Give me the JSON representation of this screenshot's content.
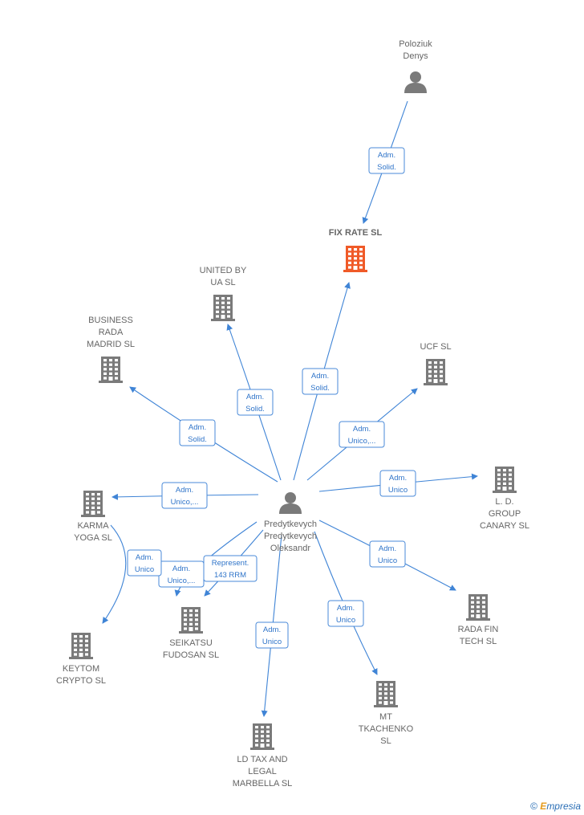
{
  "colors": {
    "edge": "#3f84d6",
    "node": "#7a7a7a",
    "highlight": "#f05a28"
  },
  "nodes": [
    {
      "id": "poloziuk",
      "type": "person",
      "label": [
        "Poloziuk",
        "Denys"
      ]
    },
    {
      "id": "fixrate",
      "type": "company",
      "highlight": true,
      "label": [
        "FIX RATE  SL"
      ]
    },
    {
      "id": "unitedby",
      "type": "company",
      "label": [
        "UNITED BY",
        "UA  SL"
      ]
    },
    {
      "id": "business",
      "type": "company",
      "label": [
        "BUSINESS",
        "RADA",
        "MADRID  SL"
      ]
    },
    {
      "id": "ucf",
      "type": "company",
      "label": [
        "UCF  SL"
      ]
    },
    {
      "id": "ldgroup",
      "type": "company",
      "label": [
        "L. D.",
        "GROUP",
        "CANARY  SL"
      ]
    },
    {
      "id": "karma",
      "type": "company",
      "label": [
        "KARMA",
        "YOGA  SL"
      ]
    },
    {
      "id": "center",
      "type": "person",
      "label": [
        "Predytkevych",
        "Predytkevych",
        "Oleksandr"
      ]
    },
    {
      "id": "seikatsu",
      "type": "company",
      "label": [
        "SEIKATSU",
        "FUDOSAN SL"
      ]
    },
    {
      "id": "keytom",
      "type": "company",
      "label": [
        "KEYTOM",
        "CRYPTO  SL"
      ]
    },
    {
      "id": "radafin",
      "type": "company",
      "label": [
        "RADA FIN",
        "TECH  SL"
      ]
    },
    {
      "id": "mt",
      "type": "company",
      "label": [
        "MT",
        "TKACHENKO",
        "SL"
      ]
    },
    {
      "id": "ldtax",
      "type": "company",
      "label": [
        "LD TAX AND",
        "LEGAL",
        "MARBELLA  SL"
      ]
    }
  ],
  "edges": [
    {
      "from": "poloziuk",
      "to": "fixrate",
      "label": [
        "Adm.",
        "Solid."
      ]
    },
    {
      "from": "center",
      "to": "fixrate",
      "label": [
        "Adm.",
        "Solid."
      ]
    },
    {
      "from": "center",
      "to": "unitedby",
      "label": [
        "Adm.",
        "Solid."
      ]
    },
    {
      "from": "center",
      "to": "business",
      "label": [
        "Adm.",
        "Solid."
      ]
    },
    {
      "from": "center",
      "to": "ucf",
      "label": [
        "Adm.",
        "Unico,..."
      ]
    },
    {
      "from": "center",
      "to": "ldgroup",
      "label": [
        "Adm.",
        "Unico"
      ]
    },
    {
      "from": "center",
      "to": "karma",
      "label": [
        "Adm.",
        "Unico,..."
      ]
    },
    {
      "from": "center",
      "to": "radafin",
      "label": [
        "Adm.",
        "Unico"
      ]
    },
    {
      "from": "center",
      "to": "mt",
      "label": [
        "Adm.",
        "Unico"
      ]
    },
    {
      "from": "center",
      "to": "ldtax",
      "label": [
        "Adm.",
        "Unico"
      ]
    },
    {
      "from": "center",
      "to": "seikatsu",
      "label": [
        "Adm.",
        "Unico,..."
      ]
    },
    {
      "from": "center",
      "to": "seikatsu",
      "label": [
        "Represent.",
        "143 RRM"
      ]
    },
    {
      "from": "karma",
      "to": "keytom",
      "label": [
        "Adm.",
        "Unico"
      ]
    }
  ],
  "brand": {
    "copyright": "©",
    "name_initial": "E",
    "name_rest": "mpresia"
  }
}
